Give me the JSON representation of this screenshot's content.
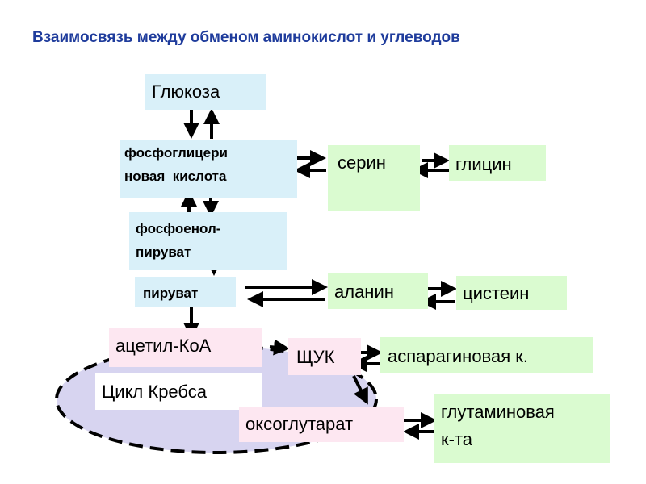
{
  "title": "Взаимосвязь между обменом аминокислот и углеводов",
  "nodes": {
    "glucose": "Глюкоза",
    "phosphoglycerate_1": "фосфоглицери",
    "phosphoglycerate_2": "новая  кислота",
    "pep_1": "фосфоенол-",
    "pep_2": "пируват",
    "pyruvate": "пируват",
    "acetyl_coa": "ацетил-КоА",
    "krebs": "Цикл Кребса",
    "oxaloacetate": "ЩУК",
    "oxoglutarate": "оксоглутарат",
    "serine": "серин",
    "glycine": "глицин",
    "alanine": "аланин",
    "cysteine": "цистеин",
    "aspartic": "аспарагиновая к.",
    "glutamic_1": "глутаминовая",
    "glutamic_2": "к-та"
  },
  "colors": {
    "title": "#1f3c9c",
    "blue_box": "#d9f0f9",
    "green_box": "#dafbd0",
    "pink_box": "#fde7f1",
    "cycle_fill": "#d7d4f0",
    "arrow": "#000000"
  }
}
